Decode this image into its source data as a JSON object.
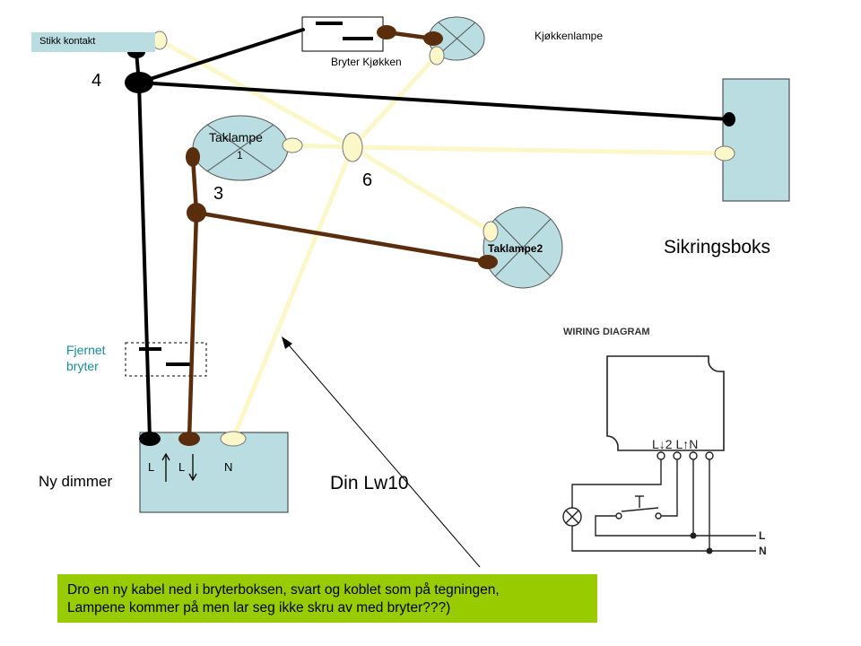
{
  "labels": {
    "stikk_kontakt": "Stikk kontakt",
    "bryter_kjokken": "Bryter Kjøkken",
    "kjokkenlampe": "Kjøkkenlampe",
    "taklampe1_line1": "Taklampe",
    "taklampe1_line2": "1",
    "taklampe2": "Taklampe2",
    "sikringsboks": "Sikringsboks",
    "num_4": "4",
    "num_3": "3",
    "num_6": "6",
    "fjernet_line1": "Fjernet",
    "fjernet_line2": "bryter",
    "ny_dimmer": "Ny dimmer",
    "dimmer_L1": "L",
    "dimmer_L2": "L",
    "dimmer_N": "N",
    "din_lw10": "Din Lw10"
  },
  "wiring_diagram": {
    "title": "WIRING DIAGRAM",
    "terminals": "L↓2 L↑N",
    "line_L": "L",
    "line_N": "N"
  },
  "note": {
    "line1": "Dro en ny kabel ned i bryterboksen, svart og koblet som på tegningen,",
    "line2": "Lampene kommer på men lar seg ikke skru av med bryter???)"
  },
  "colors": {
    "black_wire": "#000000",
    "brown_wire": "#5a2d0c",
    "yellow_wire": "#fbf7c8",
    "box_fill": "#b9dde0",
    "note_bg": "#99cc00",
    "teal_text": "#1a8a9a"
  }
}
